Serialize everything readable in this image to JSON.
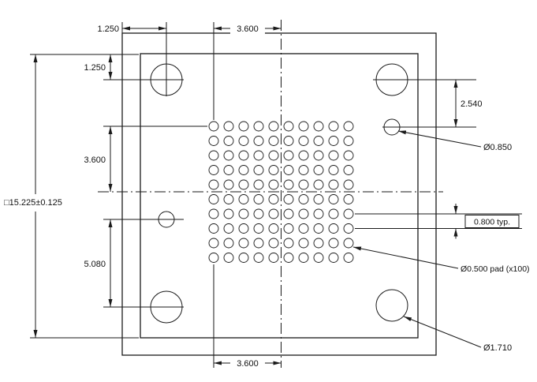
{
  "drawing": {
    "dims": {
      "top_offset": "1.250",
      "top_half_span": "3.600",
      "left_offset": "1.250",
      "left_half_span": "3.600",
      "overall": "□15.225±0.125",
      "left_lower_span": "5.080",
      "right_span": "2.540",
      "small_hole": "Ø0.850",
      "pitch": "0.800 typ.",
      "pad": "Ø0.500 pad (x100)",
      "corner_hole": "Ø1.710",
      "bottom_half_span": "3.600"
    },
    "pads": {
      "rows": 10,
      "cols": 10,
      "count": 100
    },
    "colors": {
      "line": "#1a1a1a",
      "background": "#ffffff"
    }
  }
}
